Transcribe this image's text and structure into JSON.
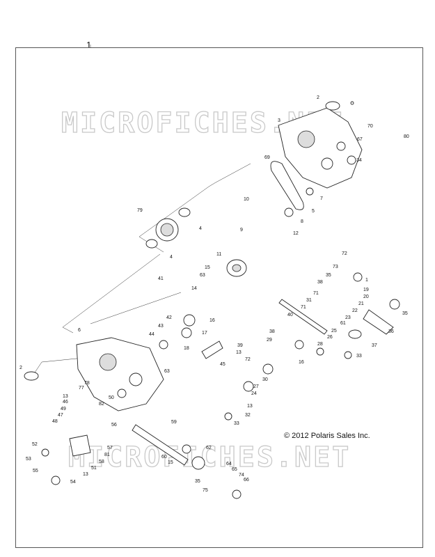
{
  "page": {
    "title": "1",
    "copyright": "© 2012 Polaris Sales Inc."
  },
  "watermark": {
    "top": "MICROFICHES.NET",
    "bottom": "MICROFICHES.NET"
  },
  "callouts": {
    "c1": "1",
    "c2a": "2",
    "c2b": "2",
    "c3": "3",
    "c4a": "4",
    "c4b": "4",
    "c5": "5",
    "c7": "7",
    "c8": "8",
    "c9": "9",
    "c10": "10",
    "c11": "11",
    "c12": "12",
    "c13a": "13",
    "c13b": "13",
    "c13c": "13",
    "c13d": "13",
    "c14": "14",
    "c15a": "15",
    "c15b": "15",
    "c16": "16",
    "c17": "17",
    "c18": "18",
    "c19": "19",
    "c20": "20",
    "c21": "21",
    "c22": "22",
    "c23": "23",
    "c24": "24",
    "c25": "25",
    "c26": "26",
    "c27": "27",
    "c28": "28",
    "c29": "29",
    "c30": "30",
    "c31": "31",
    "c32": "32",
    "c33a": "33",
    "c33b": "33",
    "c34": "34",
    "c35a": "35",
    "c35b": "35",
    "c36": "36",
    "c37": "37",
    "c38": "38",
    "c39": "39",
    "c40": "40",
    "c41": "41",
    "c42": "42",
    "c43": "43",
    "c44": "44",
    "c45": "45",
    "c46": "46",
    "c47": "47",
    "c48": "48",
    "c49": "49",
    "c50": "50",
    "c51": "51",
    "c52": "52",
    "c53": "53",
    "c54": "54",
    "c55": "55",
    "c56": "56",
    "c57": "57",
    "c58": "58",
    "c59": "59",
    "c60": "60",
    "c61": "61",
    "c62": "62",
    "c63": "63",
    "c64": "64",
    "c65": "65",
    "c66": "66",
    "c67": "67",
    "c69": "69",
    "c70": "70",
    "c71a": "71",
    "c71b": "71",
    "c72a": "72",
    "c72b": "72",
    "c73": "73",
    "c74": "74",
    "c75": "75",
    "c77": "77",
    "c78": "78",
    "c79": "79",
    "c80": "80",
    "c81": "81",
    "c82": "82",
    "c6": "6",
    "c16b": "16"
  }
}
